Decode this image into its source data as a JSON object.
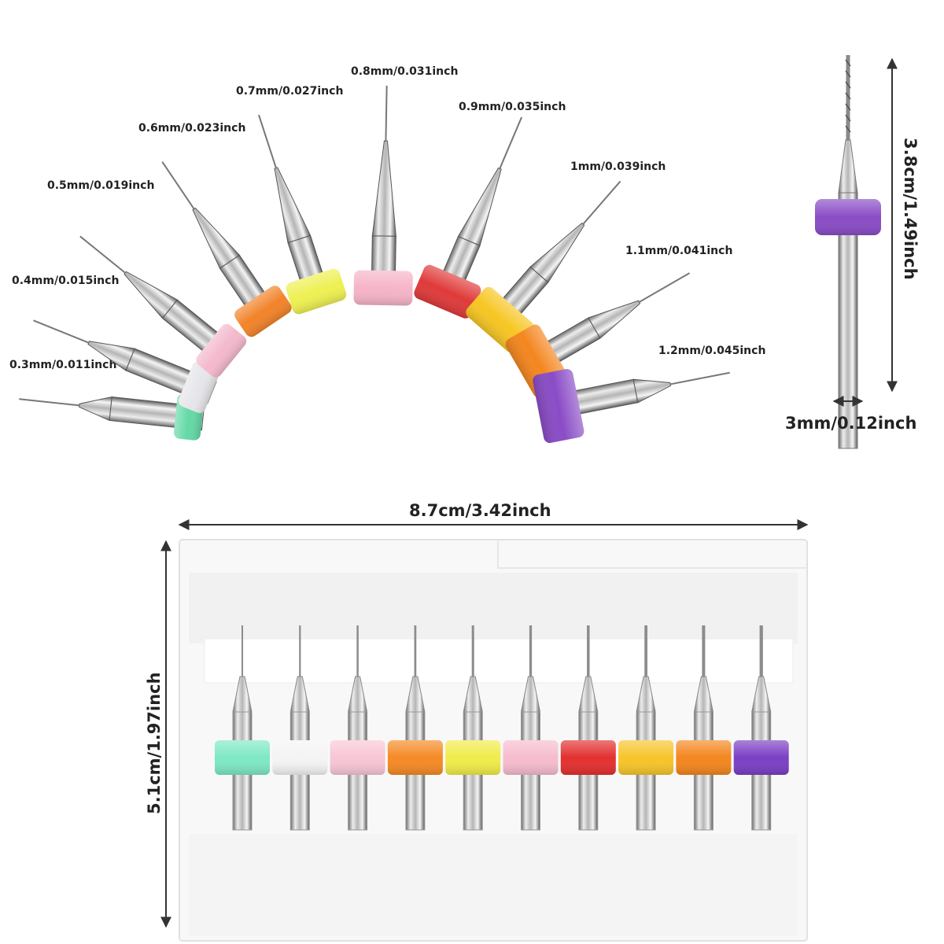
{
  "fan_bits": [
    {
      "label": "0.3mm/0.011inch",
      "color": "#64d9a6"
    },
    {
      "label": "0.4mm/0.015inch",
      "color": "#e6e6ea"
    },
    {
      "label": "0.5mm/0.019inch",
      "color": "#f4b9cc"
    },
    {
      "label": "0.6mm/0.023inch",
      "color": "#f2832a"
    },
    {
      "label": "0.7mm/0.027inch",
      "color": "#eef052"
    },
    {
      "label": "0.8mm/0.031inch",
      "color": "#f6b4c8"
    },
    {
      "label": "0.9mm/0.035inch",
      "color": "#e03a3a"
    },
    {
      "label": "1mm/0.039inch",
      "color": "#f7c623"
    },
    {
      "label": "1.1mm/0.041inch",
      "color": "#f4861f"
    },
    {
      "label": "1.2mm/0.045inch",
      "color": "#8a4cc6"
    }
  ],
  "single_bit": {
    "color": "#8a4cc6",
    "length_label": "3.8cm/1.49inch",
    "shank_label": "3mm/0.12inch"
  },
  "case": {
    "width_label": "8.7cm/3.42inch",
    "height_label": "5.1cm/1.97inch",
    "bit_colors": [
      "#7ee8c4",
      "#f4f4f4",
      "#f8c6d4",
      "#f58a25",
      "#f0ec4a",
      "#f6bccd",
      "#e3302f",
      "#f7c52a",
      "#f4861f",
      "#7b3fc4"
    ]
  }
}
